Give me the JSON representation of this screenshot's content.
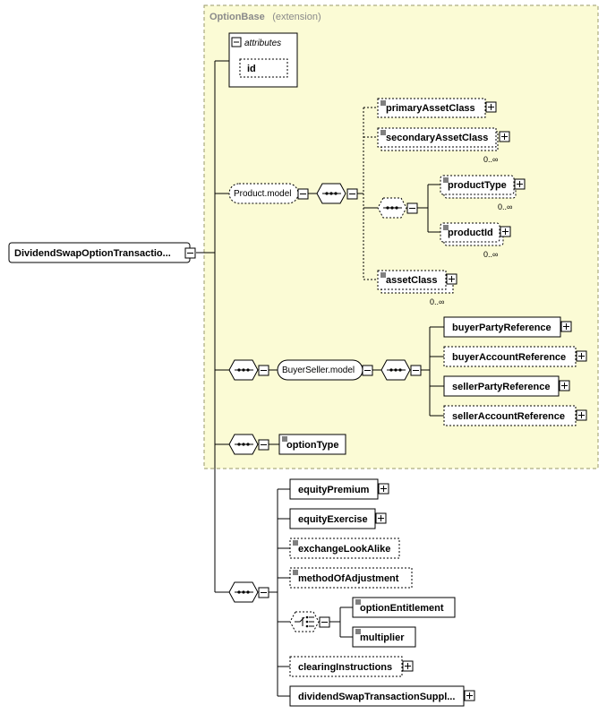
{
  "extension": {
    "title": "OptionBase",
    "subtitle": "(extension)"
  },
  "root": {
    "label": "DividendSwapOptionTransactio..."
  },
  "attributes": {
    "title": "attributes",
    "items": [
      "id"
    ]
  },
  "groups": {
    "product_model": "Product.model",
    "buyer_seller_model": "BuyerSeller.model"
  },
  "elements": {
    "primaryAssetClass": "primaryAssetClass",
    "secondaryAssetClass": "secondaryAssetClass",
    "productType": "productType",
    "productId": "productId",
    "assetClass": "assetClass",
    "buyerPartyReference": "buyerPartyReference",
    "buyerAccountReference": "buyerAccountReference",
    "sellerPartyReference": "sellerPartyReference",
    "sellerAccountReference": "sellerAccountReference",
    "optionType": "optionType",
    "equityPremium": "equityPremium",
    "equityExercise": "equityExercise",
    "exchangeLookAlike": "exchangeLookAlike",
    "methodOfAdjustment": "methodOfAdjustment",
    "optionEntitlement": "optionEntitlement",
    "multiplier": "multiplier",
    "clearingInstructions": "clearingInstructions",
    "dividendSwapTransactionSuppl": "dividendSwapTransactionSuppl..."
  },
  "cardinality": {
    "secondaryAssetClass": "0..∞",
    "productType": "0..∞",
    "productId": "0..∞",
    "assetClass": "0..∞"
  },
  "colors": {
    "extension_fill": "#fbfbd5",
    "extension_border": "#9a9a6a",
    "line": "#000000",
    "box_fill": "#ffffff"
  }
}
